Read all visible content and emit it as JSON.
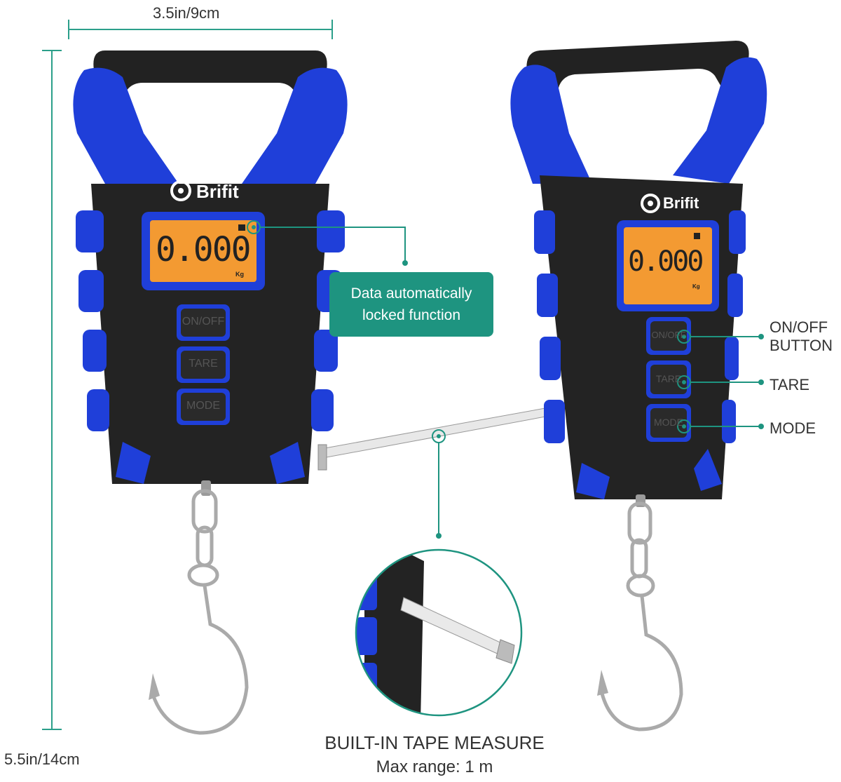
{
  "dimensions": {
    "width_label": "3.5in/9cm",
    "height_label": "5.5in/14cm"
  },
  "brand": {
    "name": "Brifit"
  },
  "display": {
    "reading": "0.000",
    "unit": "Kg"
  },
  "buttons": {
    "on_off": "ON/OFF",
    "tare": "TARE",
    "mode": "MODE"
  },
  "callout": {
    "line1": "Data automatically",
    "line2": "locked function"
  },
  "labels": {
    "on_off_line1": "ON/OFF",
    "on_off_line2": "BUTTON",
    "tare": "TARE",
    "mode": "MODE"
  },
  "tape": {
    "title": "BUILT-IN TAPE MEASURE",
    "range": "Max range: 1 m"
  },
  "colors": {
    "accent_teal": "#1e9480",
    "scale_blue": "#1f3fd9",
    "body_black": "#222222",
    "lcd_orange": "#f39a32"
  }
}
